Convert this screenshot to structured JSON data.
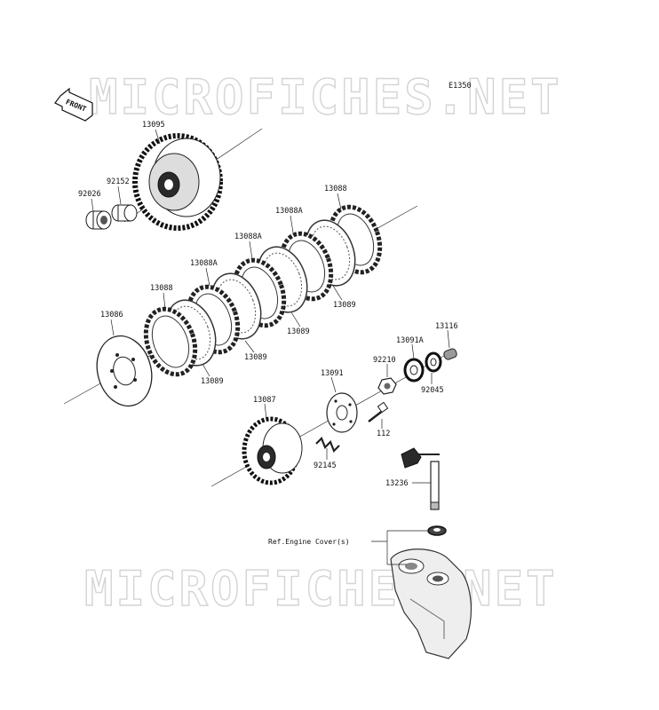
{
  "diagram_code": "E1350",
  "front_label": "FRONT",
  "watermark": "MICROFICHES.NET",
  "ref_note": "Ref.Engine Cover(s)",
  "parts": {
    "p13095": "13095",
    "p92152": "92152",
    "p92026": "92026",
    "p13088_top": "13088",
    "p13088a_1": "13088A",
    "p13088a_2": "13088A",
    "p13088a_3": "13088A",
    "p13088_left": "13088",
    "p13086": "13086",
    "p13089_1": "13089",
    "p13089_2": "13089",
    "p13089_3": "13089",
    "p13089_4": "13089",
    "p13116": "13116",
    "p13091a": "13091A",
    "p92210": "92210",
    "p92045": "92045",
    "p13091": "13091",
    "p13087": "13087",
    "p112": "112",
    "p92145": "92145",
    "p13236": "13236"
  }
}
